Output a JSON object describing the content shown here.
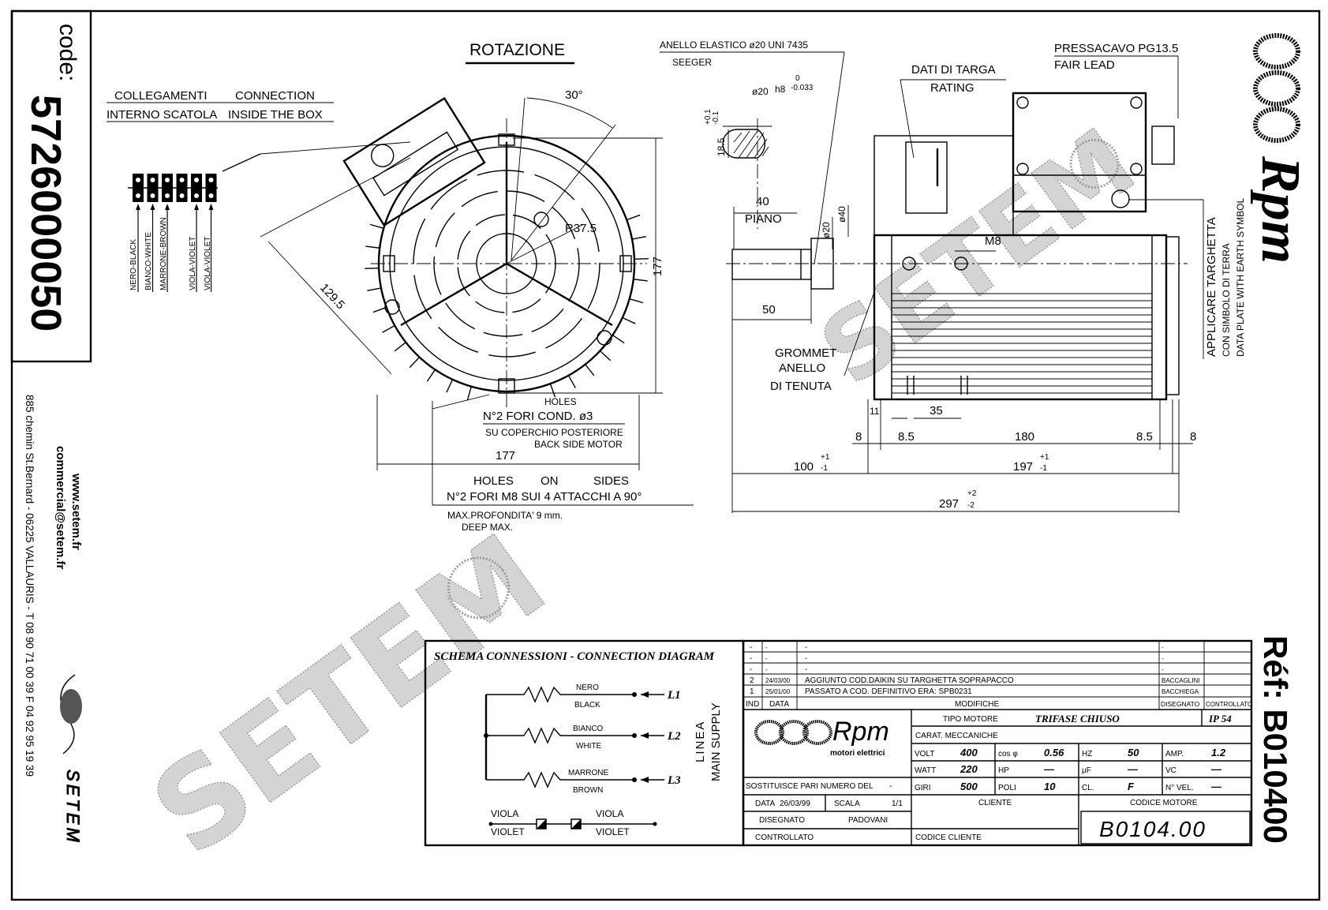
{
  "code_label": "code:",
  "code_number": "5726000050",
  "contact": {
    "website": "www.setem.fr",
    "email": "commercial@setem.fr",
    "address": "885 chemin St.Bernard  -  06225 VALLAURIS  -  T 08 90 71 00 39   F 04 92 95 19 39",
    "brand": "SETEM"
  },
  "watermark": "SETEM",
  "ref": "Réf: B010400",
  "logo": {
    "brand": "Rpm",
    "tagline": "motori elettrici"
  },
  "front_view": {
    "title": "ROTAZIONE",
    "conn_it_1": "COLLEGAMENTI",
    "conn_it_2": "INTERNO SCATOLA",
    "conn_en_1": "CONNECTION",
    "conn_en_2": "INSIDE THE BOX",
    "wire_labels": [
      "NERO-BLACK",
      "BIANCO-WHITE",
      "MARRONE-BROWN",
      "VIOLA-VIOLET",
      "VIOLA-VIOLET"
    ],
    "dim_angle": "30°",
    "dim_radius": "R37.5",
    "dim_height": "177",
    "dim_diag": "129.5",
    "dim_width": "177",
    "holes_cond_en": "HOLES",
    "holes_cond_it": "N°2 FORI COND. ø3",
    "holes_cond_loc_it": "SU COPERCHIO POSTERIORE",
    "holes_cond_loc_en": "BACK SIDE MOTOR",
    "holes_sides_en": [
      "HOLES",
      "ON",
      "SIDES"
    ],
    "holes_sides_it": "N°2 FORI M8 SUI 4 ATTACCHI A 90°",
    "depth_it": "MAX.PROFONDITA' 9 mm.",
    "depth_en": "DEEP MAX."
  },
  "side_view": {
    "seeger_it": "ANELLO ELASTICO ø20 UNI 7435",
    "seeger_en": "SEEGER",
    "key_dia": "ø20",
    "key_fit": "h8",
    "key_tol_upper": "0",
    "key_tol_lower": "-0.033",
    "key_height": "18.5",
    "key_height_tol_upper": "+0.1",
    "key_height_tol_lower": "-0.1",
    "rating_it": "DATI DI TARGA",
    "rating_en": "RATING",
    "gland_it": "PRESSACAVO PG13.5",
    "gland_en": "FAIR LEAD",
    "flat_len": "40",
    "flat_label": "PIANO",
    "shaft_dia": "ø20",
    "spigot_dia": "ø40",
    "thread": "M8",
    "shaft_len": "50",
    "grommet_en": "GROMMET",
    "grommet_it_1": "ANELLO",
    "grommet_it_2": "DI TENUTA",
    "dim_11": "11",
    "dim_35": "35",
    "dims_row": [
      "8",
      "8.5",
      "180",
      "8.5",
      "8"
    ],
    "dim_100": "100",
    "dim_100_tol": [
      "+1",
      "-1"
    ],
    "dim_197": "197",
    "dim_197_tol": [
      "+1",
      "-1"
    ],
    "dim_297": "297",
    "dim_297_tol": [
      "+2",
      "-2"
    ],
    "earth_notes": [
      "APPLICARE TARGHETTA",
      "CON SIMBOLO DI TERRA",
      "DATA PLATE WITH EARTH SYMBOL"
    ]
  },
  "connection_diagram": {
    "title": "SCHEMA CONNESSIONI - CONNECTION DIAGRAM",
    "phases": [
      {
        "it": "NERO",
        "en": "BLACK",
        "line": "L1"
      },
      {
        "it": "BIANCO",
        "en": "WHITE",
        "line": "L2"
      },
      {
        "it": "MARRONE",
        "en": "BROWN",
        "line": "L3"
      }
    ],
    "supply_it": "LINEA",
    "supply_en": "MAIN SUPPLY",
    "thermal": {
      "left_it": "VIOLA",
      "left_en": "VIOLET",
      "right_it": "VIOLA",
      "right_en": "VIOLET"
    }
  },
  "title_block": {
    "revisions": [
      {
        "ind": "-",
        "date": "-",
        "desc": "-",
        "drawn": "-",
        "checked": ""
      },
      {
        "ind": "-",
        "date": "-",
        "desc": "-",
        "drawn": "-",
        "checked": ""
      },
      {
        "ind": "-",
        "date": "-",
        "desc": "-",
        "drawn": "-",
        "checked": ""
      },
      {
        "ind": "2",
        "date": "24/03/00",
        "desc": "AGGIUNTO COD.DAIKIN SU TARGHETTA SOPRAPACCO",
        "drawn": "BACCAGLINI",
        "checked": ""
      },
      {
        "ind": "1",
        "date": "25/01/00",
        "desc": "PASSATO A COD. DEFINITIVO ERA: SPB0231",
        "drawn": "BACCHIEGA",
        "checked": ""
      }
    ],
    "headers": {
      "ind": "IND",
      "date": "DATA",
      "desc": "MODIFICHE",
      "drawn": "DISEGNATO",
      "checked": "CONTROLLATO"
    },
    "motor_type_label": "TIPO MOTORE",
    "motor_type": "TRIFASE CHIUSO",
    "protection": "IP 54",
    "mech_label": "CARAT. MECCANICHE",
    "specs": [
      [
        {
          "k": "VOLT",
          "v": "400"
        },
        {
          "k": "cos φ",
          "v": "0.56"
        },
        {
          "k": "HZ",
          "v": "50"
        },
        {
          "k": "AMP.",
          "v": "1.2"
        }
      ],
      [
        {
          "k": "WATT",
          "v": "220"
        },
        {
          "k": "HP",
          "v": "—"
        },
        {
          "k": "µF",
          "v": "—"
        },
        {
          "k": "VC",
          "v": "—"
        }
      ],
      [
        {
          "k": "GIRI",
          "v": "500"
        },
        {
          "k": "POLI",
          "v": "10"
        },
        {
          "k": "CL.",
          "v": "F"
        },
        {
          "k": "N° VEL.",
          "v": "—"
        }
      ]
    ],
    "replaces_label": "SOSTITUISCE PARI NUMERO DEL",
    "replaces_value": "-",
    "date_label": "DATA",
    "date": "26/03/99",
    "scale_label": "SCALA",
    "scale": "1/1",
    "drawn_label": "DISEGNATO",
    "drawn_by": "PADOVANI",
    "checked_label": "CONTROLLATO",
    "client_label": "CLIENTE",
    "client_code_label": "CODICE CLIENTE",
    "motor_code_label": "CODICE MOTORE",
    "motor_code": "B0104.00"
  }
}
